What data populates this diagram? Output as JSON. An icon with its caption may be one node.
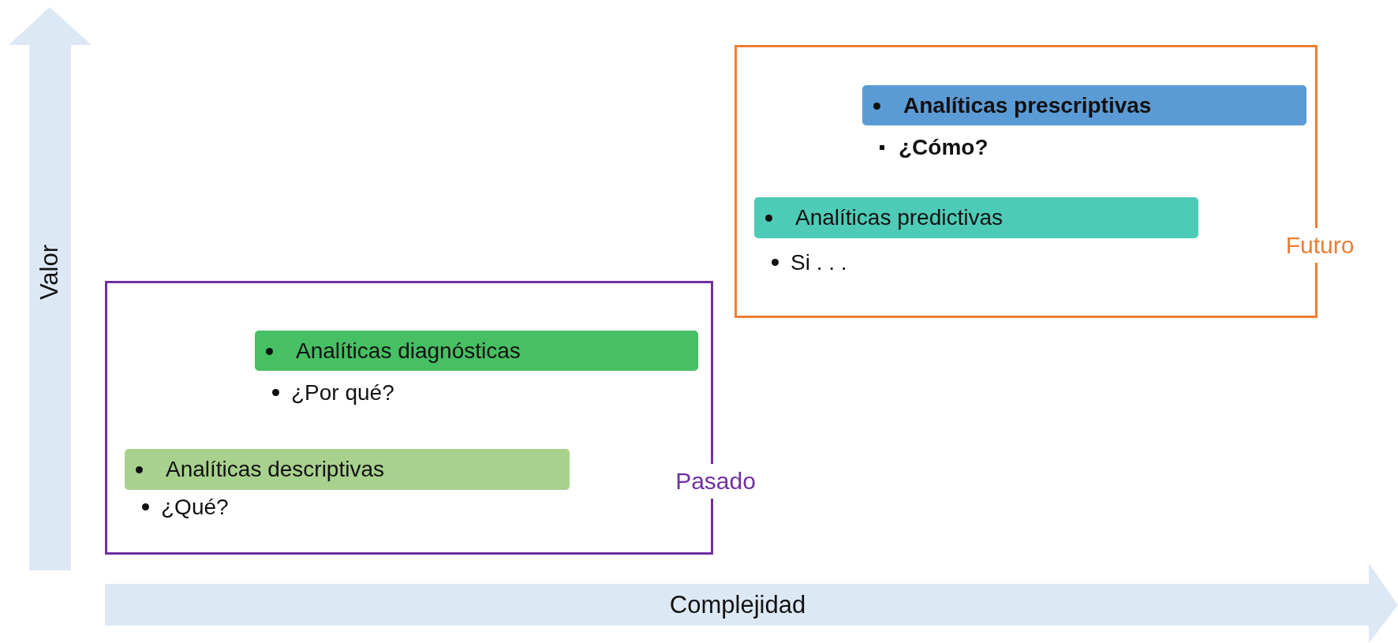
{
  "diagram": {
    "nodes": [
      {
        "text": [
          "Futuro"
        ]
      },
      {
        "text": [
          "Analíticas prescriptivas"
        ],
        "in": 0,
        "beside": [
          "¿Cómo?"
        ]
      },
      {
        "text": [
          "Analíticas predictivas"
        ],
        "in": 0,
        "beside": [
          "Si . . ."
        ]
      },
      {
        "text": [
          "Pasado"
        ]
      },
      {
        "text": [
          "Analíticas diagnósticas"
        ],
        "in": 3,
        "beside": [
          "¿Por qué?"
        ]
      },
      {
        "text": [
          "Analíticas descriptivas"
        ],
        "in": 3,
        "beside": [
          "¿Qué?"
        ]
      }
    ],
    "edges": [],
    "labels": [
      "Valor",
      "Complejidad"
    ]
  }
}
